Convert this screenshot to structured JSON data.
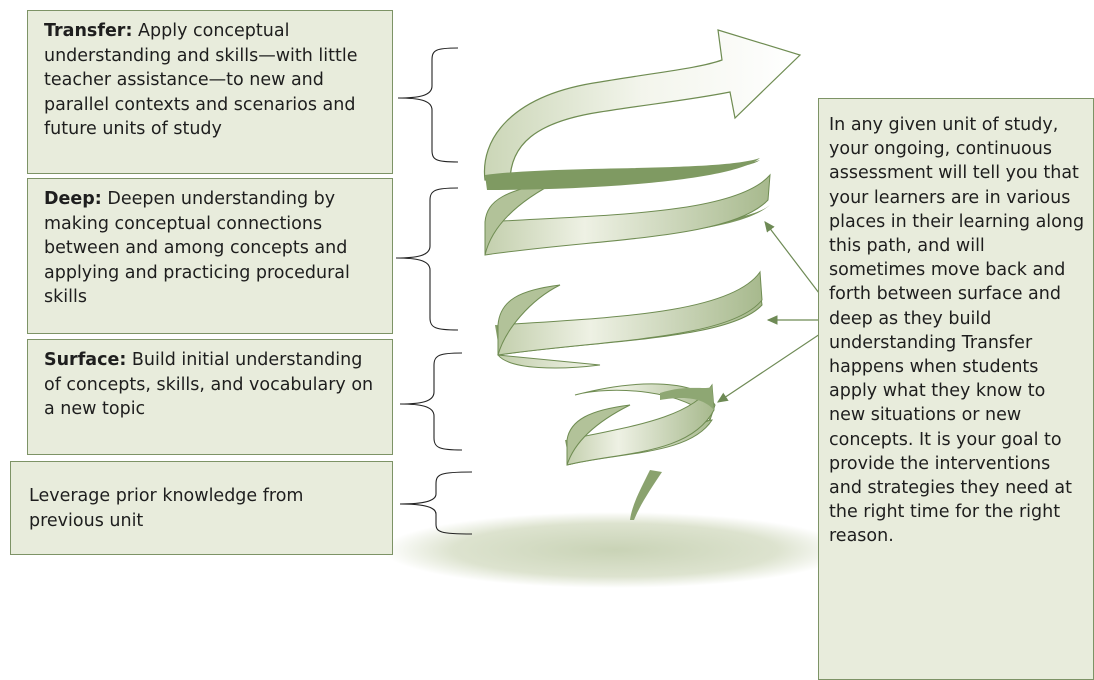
{
  "levels": {
    "transfer": {
      "term": "Transfer:",
      "text": " Apply conceptual understanding and skills—with little teacher assistance—to new and parallel contexts and scenarios and future units of study"
    },
    "deep": {
      "term": "Deep:",
      "text": " Deepen understanding by making conceptual connections between and among concepts and applying and practicing procedural skills"
    },
    "surface": {
      "term": "Surface:",
      "text": " Build initial understanding of concepts, skills, and vocabulary on a new topic"
    },
    "prior": {
      "text": "Leverage prior knowledge from previous unit"
    }
  },
  "note": "In any given unit of study, your ongoing, continuous assessment will tell you that your learners are in various places in their learning along this path, and will sometimes move back and forth between surface and deep as they build understanding Transfer happens when students apply what they know to new situations or new concepts. It is your goal to provide the interventions and strategies they need at the right time for the right reason.",
  "colors": {
    "box_fill": "#e8ecdc",
    "box_border": "#7d9366",
    "spiral_dark": "#7f9a62",
    "spiral_light": "#eef1e4",
    "arrow_line": "#6e8a55"
  }
}
